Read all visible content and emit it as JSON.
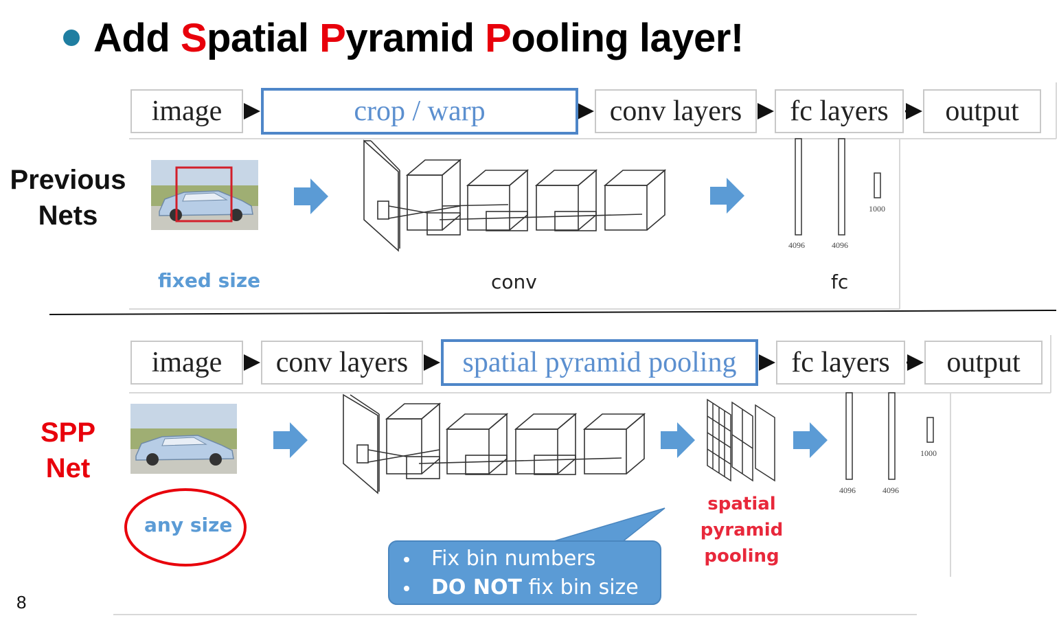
{
  "slide": {
    "title_parts": [
      {
        "text": "Add ",
        "color": "#000000"
      },
      {
        "text": "S",
        "color": "#e8000b"
      },
      {
        "text": "patial ",
        "color": "#000000"
      },
      {
        "text": "P",
        "color": "#e8000b"
      },
      {
        "text": "yramid ",
        "color": "#000000"
      },
      {
        "text": "P",
        "color": "#e8000b"
      },
      {
        "text": "ooling layer!",
        "color": "#000000"
      }
    ],
    "page_number": "8"
  },
  "previous_nets": {
    "label_line1": "Previous",
    "label_line2": "Nets",
    "pipeline": [
      "image",
      "crop / warp",
      "conv layers",
      "fc layers",
      "output"
    ],
    "highlighted_stage": "crop / warp",
    "caption_input": "fixed size",
    "caption_conv": "conv",
    "caption_fc": "fc",
    "fc_dims": [
      "4096",
      "4096",
      "1000"
    ]
  },
  "spp_net": {
    "label_line1": "SPP",
    "label_line2": "Net",
    "pipeline": [
      "image",
      "conv layers",
      "spatial pyramid pooling",
      "fc layers",
      "output"
    ],
    "highlighted_stage": "spatial pyramid pooling",
    "caption_input": "any size",
    "spp_label_line1": "spatial pyramid",
    "spp_label_line2": "pooling",
    "fc_dims": [
      "4096",
      "4096",
      "1000"
    ],
    "callout": {
      "bullet1": "Fix bin numbers",
      "bullet2_bold": "DO NOT",
      "bullet2_rest": " fix bin size"
    }
  },
  "colors": {
    "accent_blue": "#5b9bd5",
    "highlight_border": "#4e86c8",
    "red": "#e8000b",
    "bullet": "#1f7ea1"
  }
}
